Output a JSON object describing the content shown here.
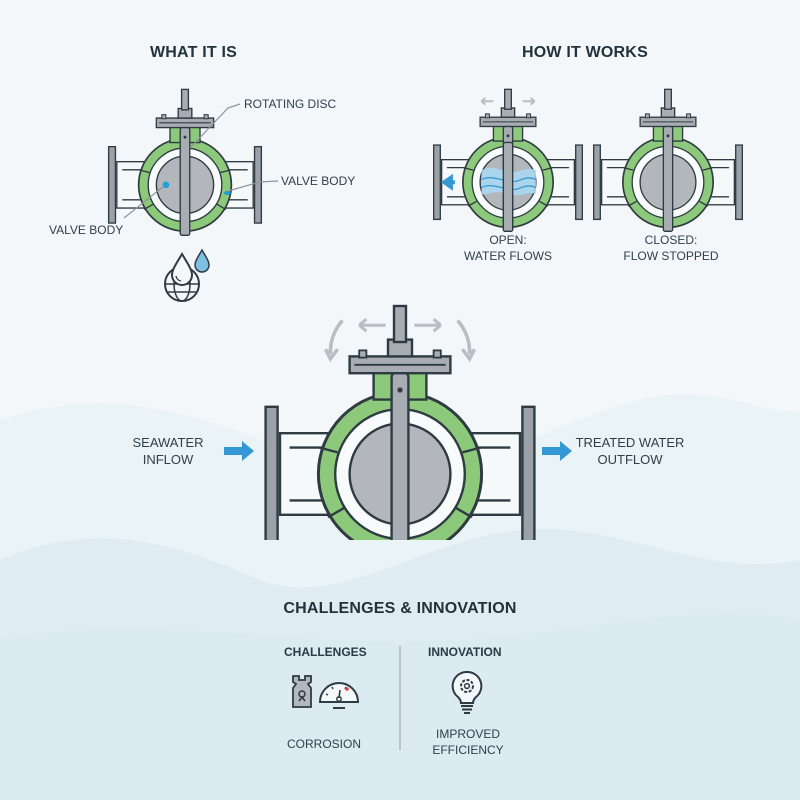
{
  "sections": {
    "what_it_is": {
      "title": "WHAT IT IS",
      "callouts": {
        "rotating_disc": "ROTATING DISC",
        "valve_body_right": "VALVE BODY",
        "valve_body_left": "VALVE BODY"
      },
      "icon": "water-drops-globe-icon"
    },
    "how_it_works": {
      "title": "HOW IT WORKS",
      "states": [
        {
          "line1": "OPEN:",
          "line2": "WATER FLOWS"
        },
        {
          "line1": "CLOSED:",
          "line2": "FLOW STOPPED"
        }
      ]
    },
    "main_diagram": {
      "inflow": {
        "line1": "SEAWATER",
        "line2": "INFLOW"
      },
      "outflow": {
        "line1": "TREATED WATER",
        "line2": "OUTFLOW"
      }
    },
    "challenges_innovation": {
      "title": "CHALLENGES & INNOVATION",
      "challenges": {
        "heading": "CHALLENGES",
        "icons": [
          "corrosion-bottle-icon",
          "pressure-gauge-icon"
        ],
        "caption": "CORROSION"
      },
      "innovation": {
        "heading": "INNOVATION",
        "icon": "lightbulb-gear-icon",
        "caption_line1": "IMPROVED",
        "caption_line2": "EFFICIENCY"
      }
    }
  },
  "colors": {
    "background": "#f1f6f8",
    "wave": "#dcebf1",
    "valve_green": "#8cc97a",
    "valve_outline": "#2f3b42",
    "disc_gray": "#b3b7bc",
    "flow_blue": "#3498d4",
    "water_light": "#9fd3ee"
  }
}
